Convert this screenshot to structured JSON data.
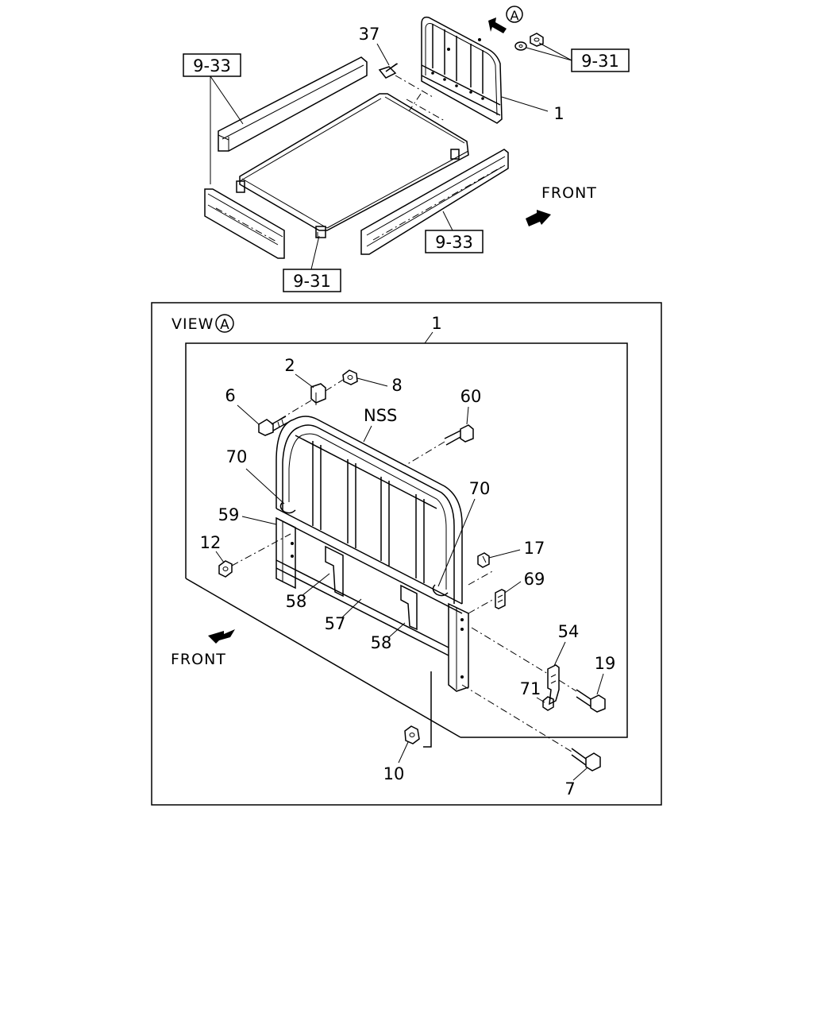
{
  "top": {
    "ref_boxes": [
      "9-33",
      "9-31",
      "9-33",
      "9-31"
    ],
    "callouts": [
      "37",
      "1"
    ],
    "view_marker": "A",
    "front": "FRONT"
  },
  "view": {
    "title": "VIEW",
    "marker": "A",
    "front": "FRONT",
    "nss": "NSS",
    "callouts": [
      "1",
      "2",
      "8",
      "6",
      "60",
      "70",
      "59",
      "70",
      "17",
      "12",
      "69",
      "58",
      "57",
      "58",
      "54",
      "19",
      "71",
      "10",
      "7"
    ]
  }
}
